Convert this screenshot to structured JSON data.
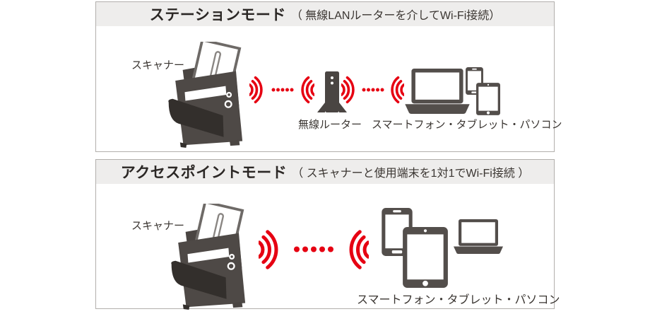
{
  "colors": {
    "accent_red": "#e60012",
    "device_gray": "#534e4b",
    "scanner_body": "#4e4946",
    "tray_dark": "#332f2c",
    "header_bg": "#eeedec",
    "panel_border": "#b2afac",
    "title_text": "#2b2725",
    "label_text": "#3a3531"
  },
  "panels": [
    {
      "id": "station-mode",
      "title": "ステーションモード",
      "subtitle": "（ 無線LANルーターを介してWi-Fi接続）",
      "scanner_label": "スキャナー",
      "router_label": "無線ルーター",
      "devices_label": "スマートフォン・タブレット・パソコン"
    },
    {
      "id": "access-point-mode",
      "title": "アクセスポイントモード",
      "subtitle": "（ スキャナーと使用端末を1対1でWi-Fi接続 ）",
      "scanner_label": "スキャナー",
      "devices_label": "スマートフォン・タブレット・パソコン"
    }
  ]
}
